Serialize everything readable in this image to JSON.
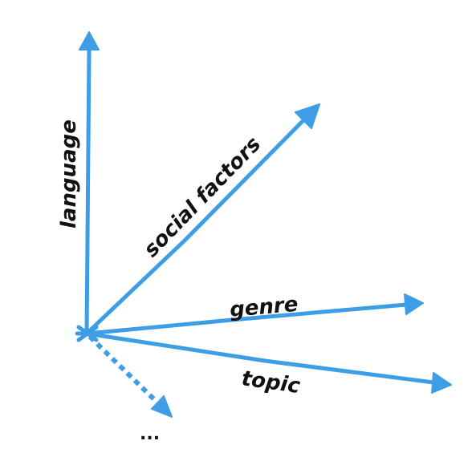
{
  "diagram": {
    "axes": [
      {
        "id": "language",
        "label": "language"
      },
      {
        "id": "social-factors",
        "label": "social factors"
      },
      {
        "id": "genre",
        "label": "genre"
      },
      {
        "id": "topic",
        "label": "topic"
      }
    ],
    "more_label": "...",
    "colors": {
      "arrow": "#3d9ee6",
      "text": "#111111"
    }
  }
}
